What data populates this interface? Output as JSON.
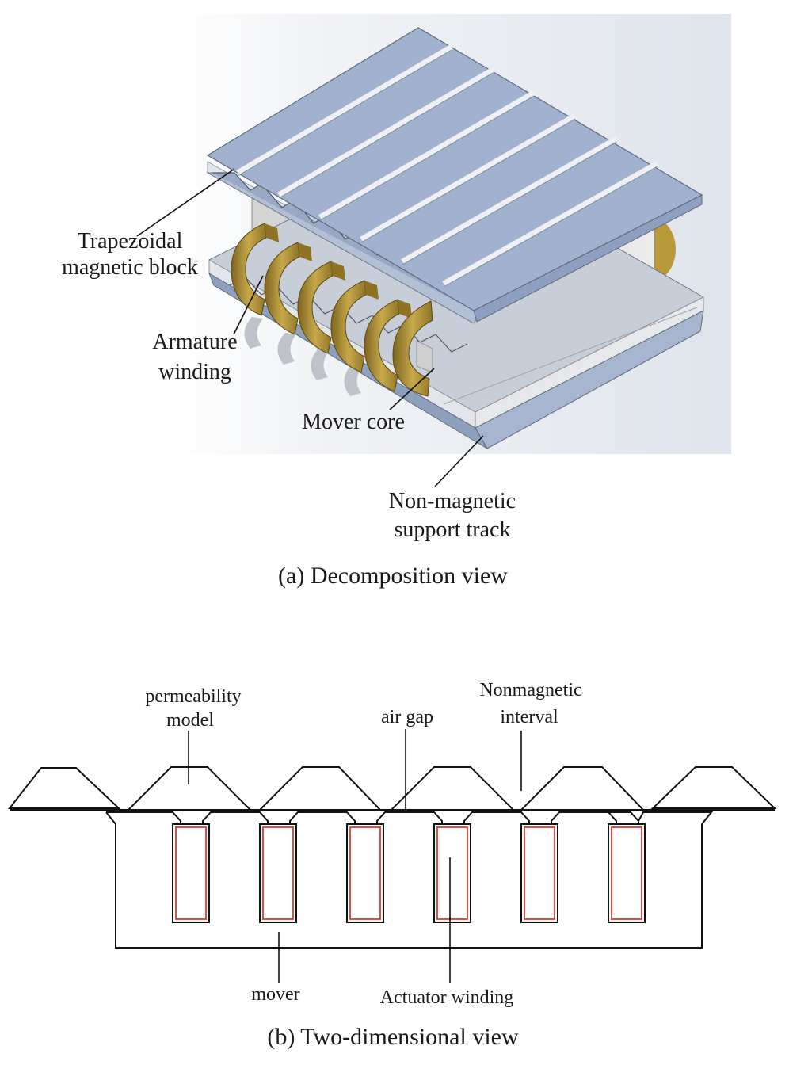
{
  "panel_a": {
    "labels": {
      "trapezoidal_1": "Trapezoidal",
      "trapezoidal_2": "magnetic block",
      "armature_1": "Armature",
      "armature_2": "winding",
      "mover_core": "Mover core",
      "support_1": "Non-magnetic",
      "support_2": "support track"
    },
    "caption": "(a) Decomposition view"
  },
  "panel_b": {
    "labels": {
      "permeability_1": "permeability",
      "permeability_2": "model",
      "air_gap": "air gap",
      "nonmagnetic_1": "Nonmagnetic",
      "nonmagnetic_2": "interval",
      "mover": "mover",
      "actuator_winding": "Actuator winding"
    },
    "caption": "(b) Two-dimensional view"
  },
  "colors": {
    "top_plate": "#9fb0cc",
    "rib": "#d9dde3",
    "winding": "#b89a3a",
    "core": "#dcdcdc",
    "coil_outline": "#e03a2a"
  }
}
